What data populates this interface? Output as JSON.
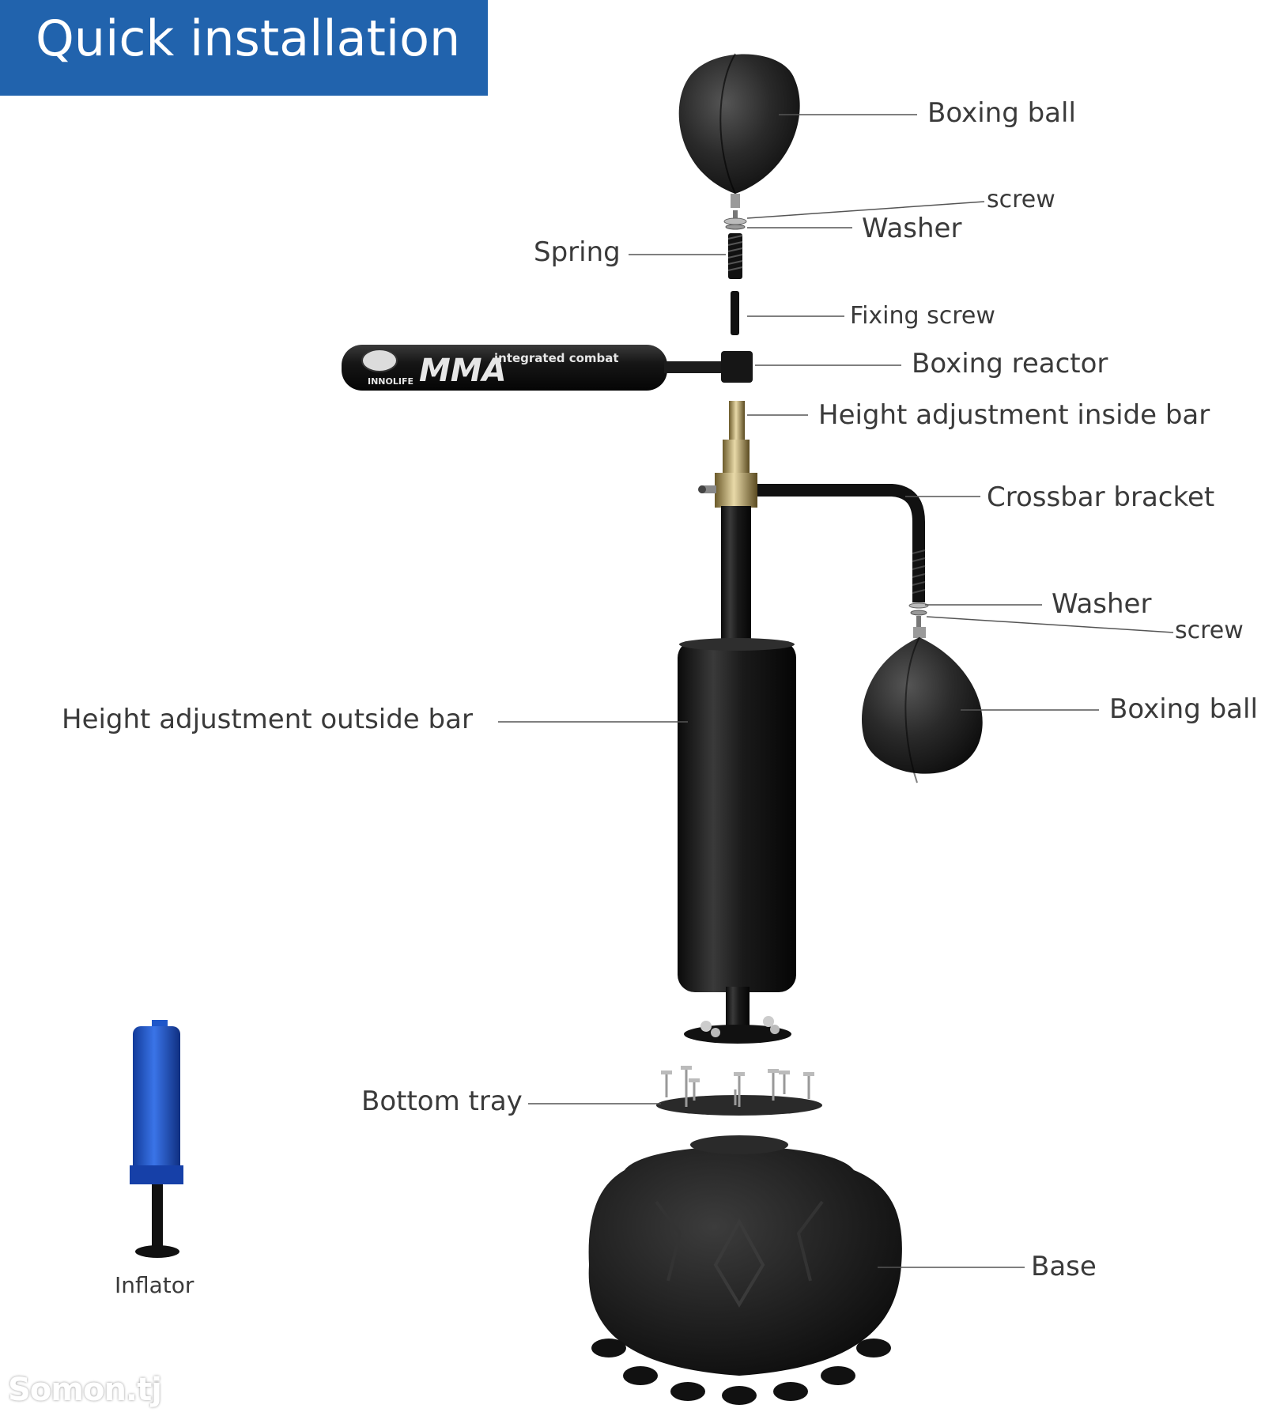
{
  "header": {
    "title": "Quick installation"
  },
  "labels": {
    "boxing_ball_top": "Boxing ball",
    "screw_top": "screw",
    "washer_top": "Washer",
    "spring": "Spring",
    "fixing_screw": "Fixing screw",
    "boxing_reactor": "Boxing reactor",
    "height_inside_bar": "Height adjustment inside bar",
    "crossbar_bracket": "Crossbar bracket",
    "washer_side": "Washer",
    "screw_side": "screw",
    "boxing_ball_side": "Boxing ball",
    "height_outside_bar": "Height adjustment outside bar",
    "bottom_tray": "Bottom tray",
    "base": "Base",
    "inflator": "Inflator"
  },
  "reactor_print": {
    "brand": "MMA",
    "tagline": "integrated combat",
    "maker": "INNOLIFE"
  },
  "watermark": "Somon.tj",
  "colors": {
    "banner": "#2163ad",
    "part": "#1a1a1a",
    "leader": "#555555",
    "inflator": "#1f57c9"
  }
}
